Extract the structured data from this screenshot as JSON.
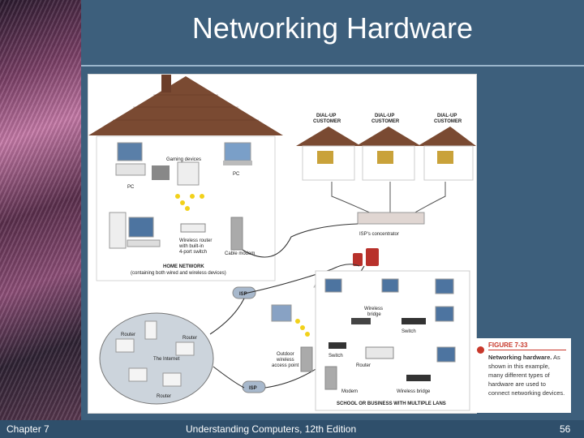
{
  "slide": {
    "title": "Networking Hardware"
  },
  "footer": {
    "chapter": "Chapter 7",
    "book": "Understanding Computers, 12th Edition",
    "page": "56"
  },
  "caption": {
    "figure_number": "FIGURE 7-33",
    "lead": "Networking hardware.",
    "text": " As shown in this example, many different types of hardware are used to connect networking devices."
  },
  "diagram": {
    "home": {
      "gaming": "Gaming devices",
      "pc1": "PC",
      "pc2": "PC",
      "router1": "Wireless router",
      "router2": "with built-in",
      "router3": "4-port switch",
      "modem": "Cable modem",
      "net1": "HOME NETWORK",
      "net2": "(containing both wired and wireless devices)"
    },
    "dialup": [
      "DIAL-UP",
      "CUSTOMER"
    ],
    "concentrator": "ISP's concentrator",
    "isp": "ISP",
    "internet": {
      "router": "Router",
      "label": "The Internet"
    },
    "ap": [
      "Outdoor",
      "wireless",
      "access point"
    ],
    "office": {
      "wbridge1": [
        "Wireless",
        "bridge"
      ],
      "switch": "Switch",
      "router": "Router",
      "modem": "Modem",
      "wbridge2": "Wireless bridge",
      "net": "SCHOOL OR BUSINESS WITH MULTIPLE LANS"
    }
  },
  "colors": {
    "background": "#3d5f7c",
    "accent": "#c8382b"
  }
}
